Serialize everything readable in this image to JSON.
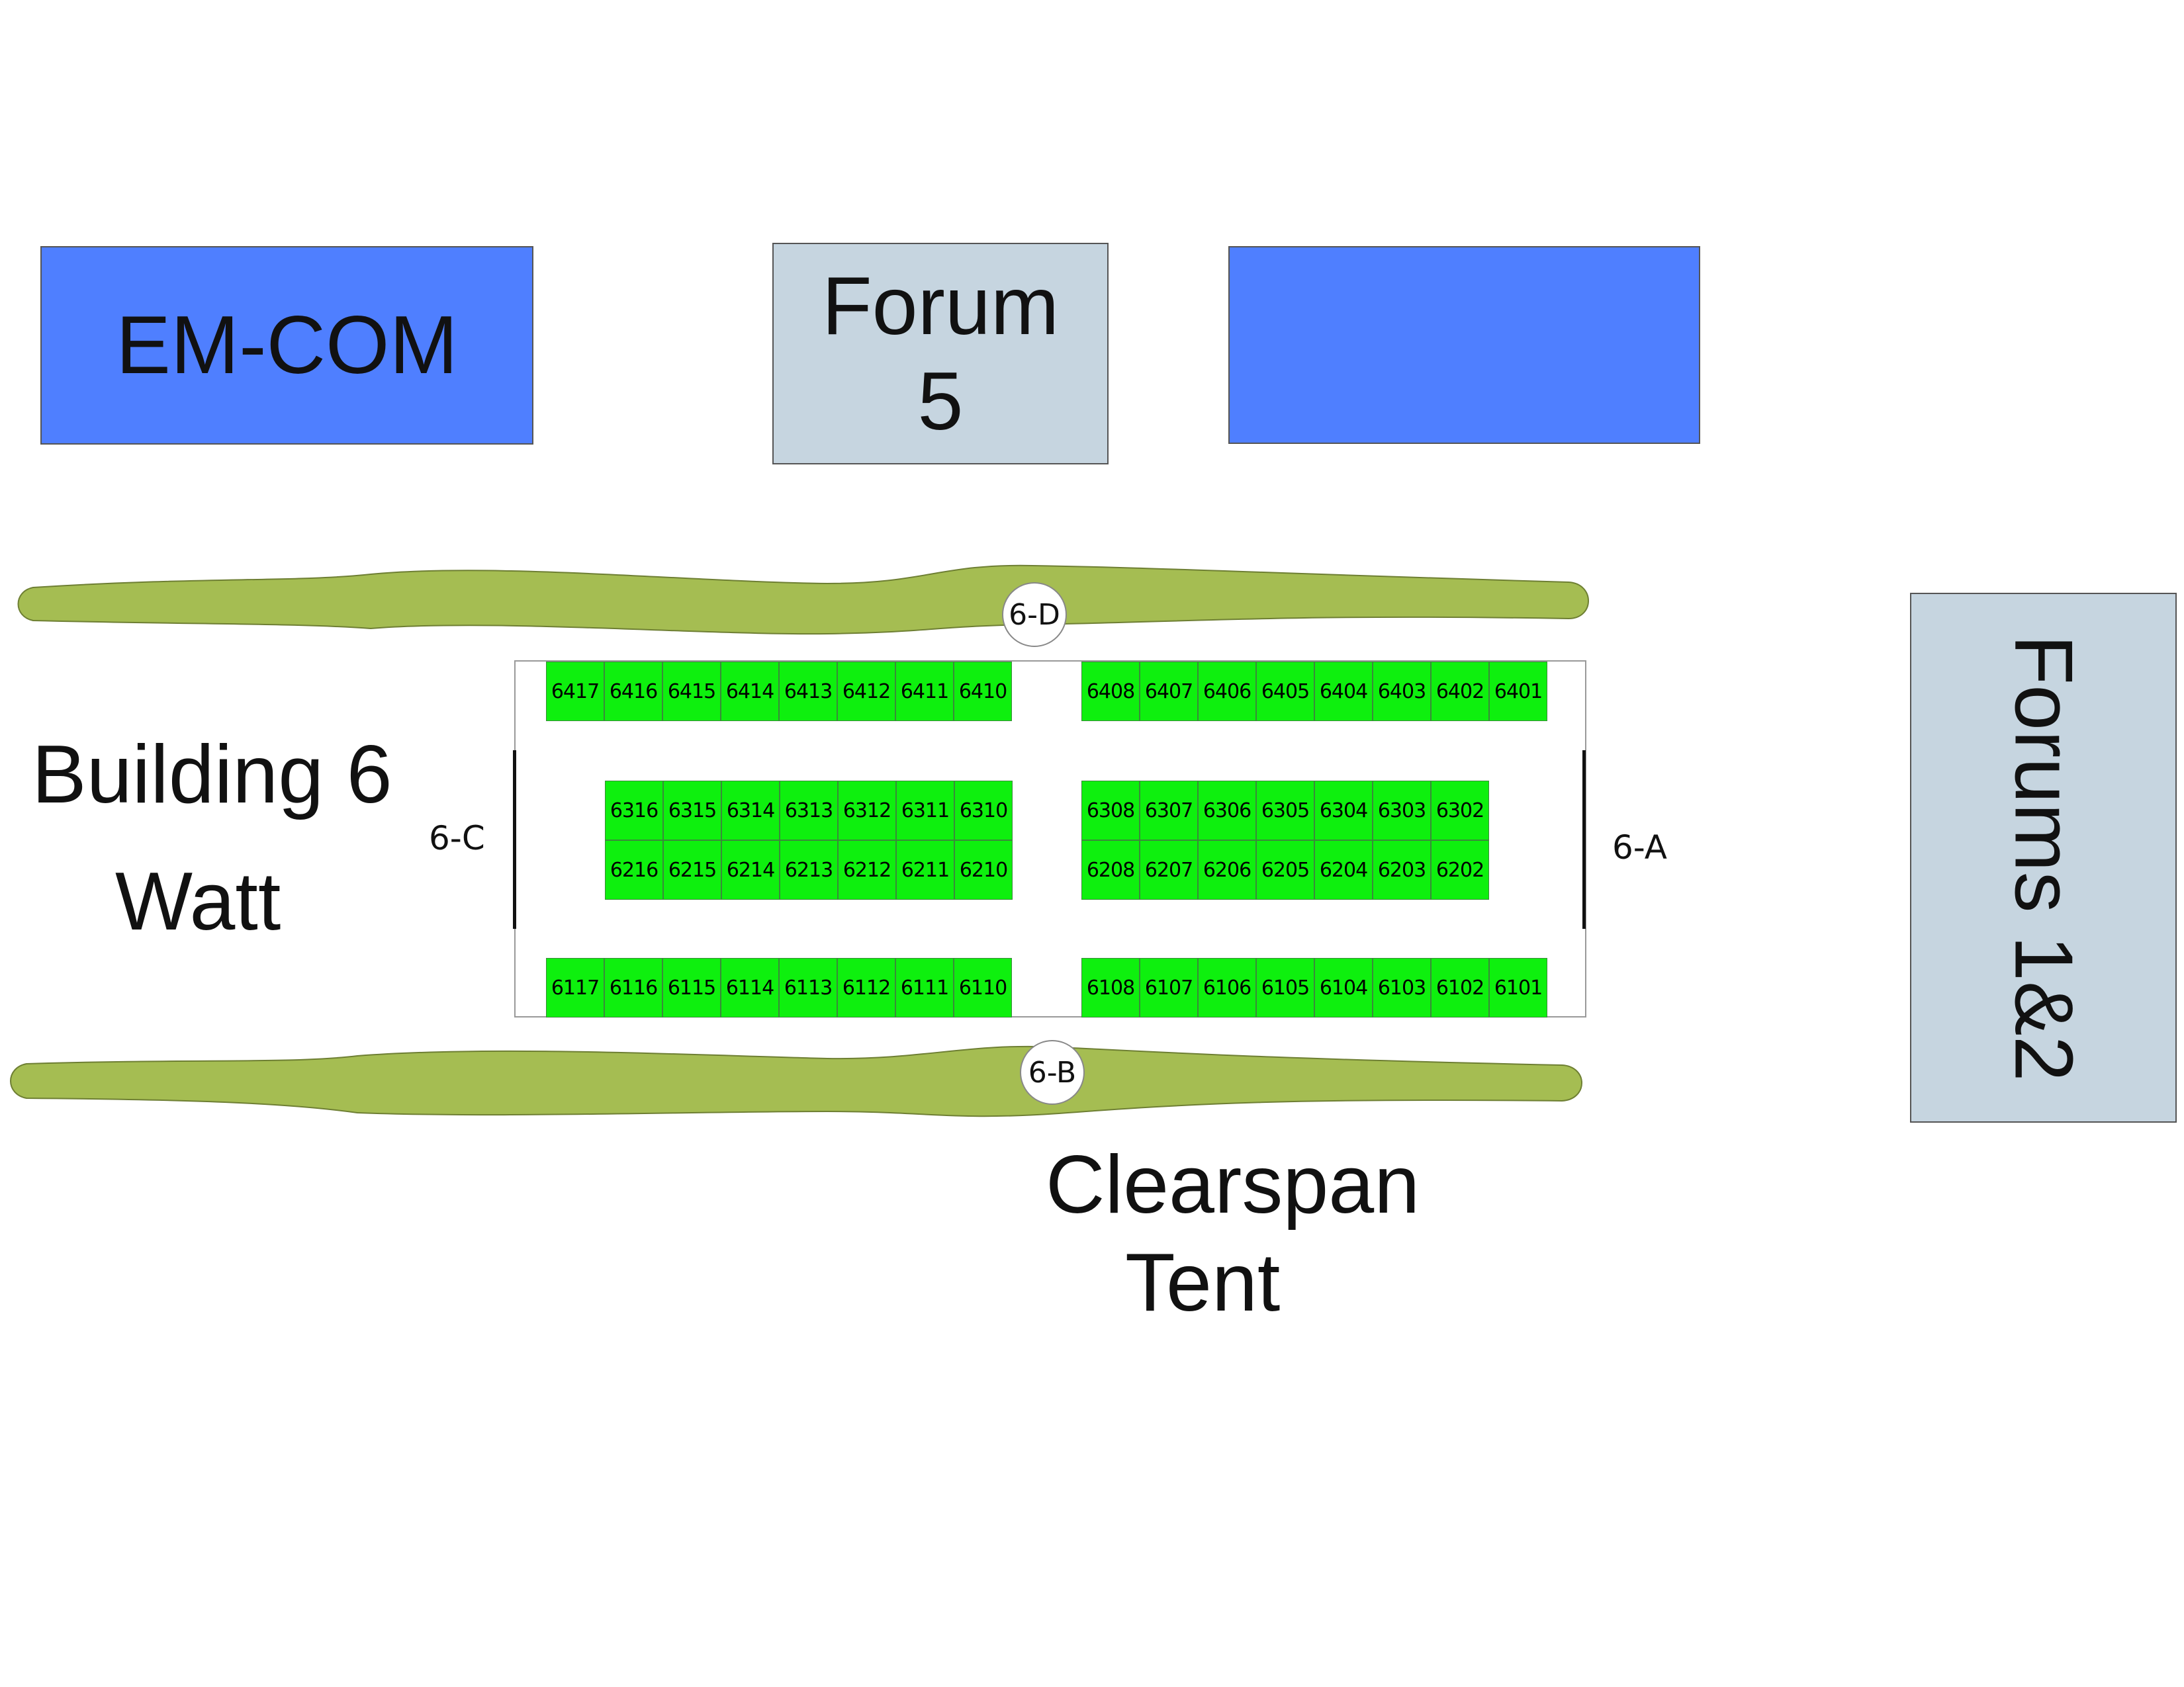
{
  "buildings": {
    "emcom": "EM-COM",
    "forum5_line1": "Forum",
    "forum5_line2": "5",
    "forums12": "Forums 1&2"
  },
  "labels": {
    "building6_line1": "Building 6",
    "building6_line2": "Watt",
    "clearspan_line1": "Clearspan",
    "clearspan_line2": "Tent"
  },
  "entrances": {
    "a": "6-A",
    "b": "6-B",
    "c": "6-C",
    "d": "6-D"
  },
  "booths": {
    "row4_left": [
      "6417",
      "6416",
      "6415",
      "6414",
      "6413",
      "6412",
      "6411",
      "6410"
    ],
    "row4_right": [
      "6408",
      "6407",
      "6406",
      "6405",
      "6404",
      "6403",
      "6402",
      "6401"
    ],
    "row3_left": [
      "6316",
      "6315",
      "6314",
      "6313",
      "6312",
      "6311",
      "6310"
    ],
    "row3_right": [
      "6308",
      "6307",
      "6306",
      "6305",
      "6304",
      "6303",
      "6302"
    ],
    "row2_left": [
      "6216",
      "6215",
      "6214",
      "6213",
      "6212",
      "6211",
      "6210"
    ],
    "row2_right": [
      "6208",
      "6207",
      "6206",
      "6205",
      "6204",
      "6203",
      "6202"
    ],
    "row1_left": [
      "6117",
      "6116",
      "6115",
      "6114",
      "6113",
      "6112",
      "6111",
      "6110"
    ],
    "row1_right": [
      "6108",
      "6107",
      "6106",
      "6105",
      "6104",
      "6103",
      "6102",
      "6101"
    ]
  },
  "colors": {
    "building_blue": "#4f7fff",
    "forum_grey": "#c6d5e0",
    "booth_green": "#0ef00e",
    "hedge_green": "#a5bd52"
  }
}
